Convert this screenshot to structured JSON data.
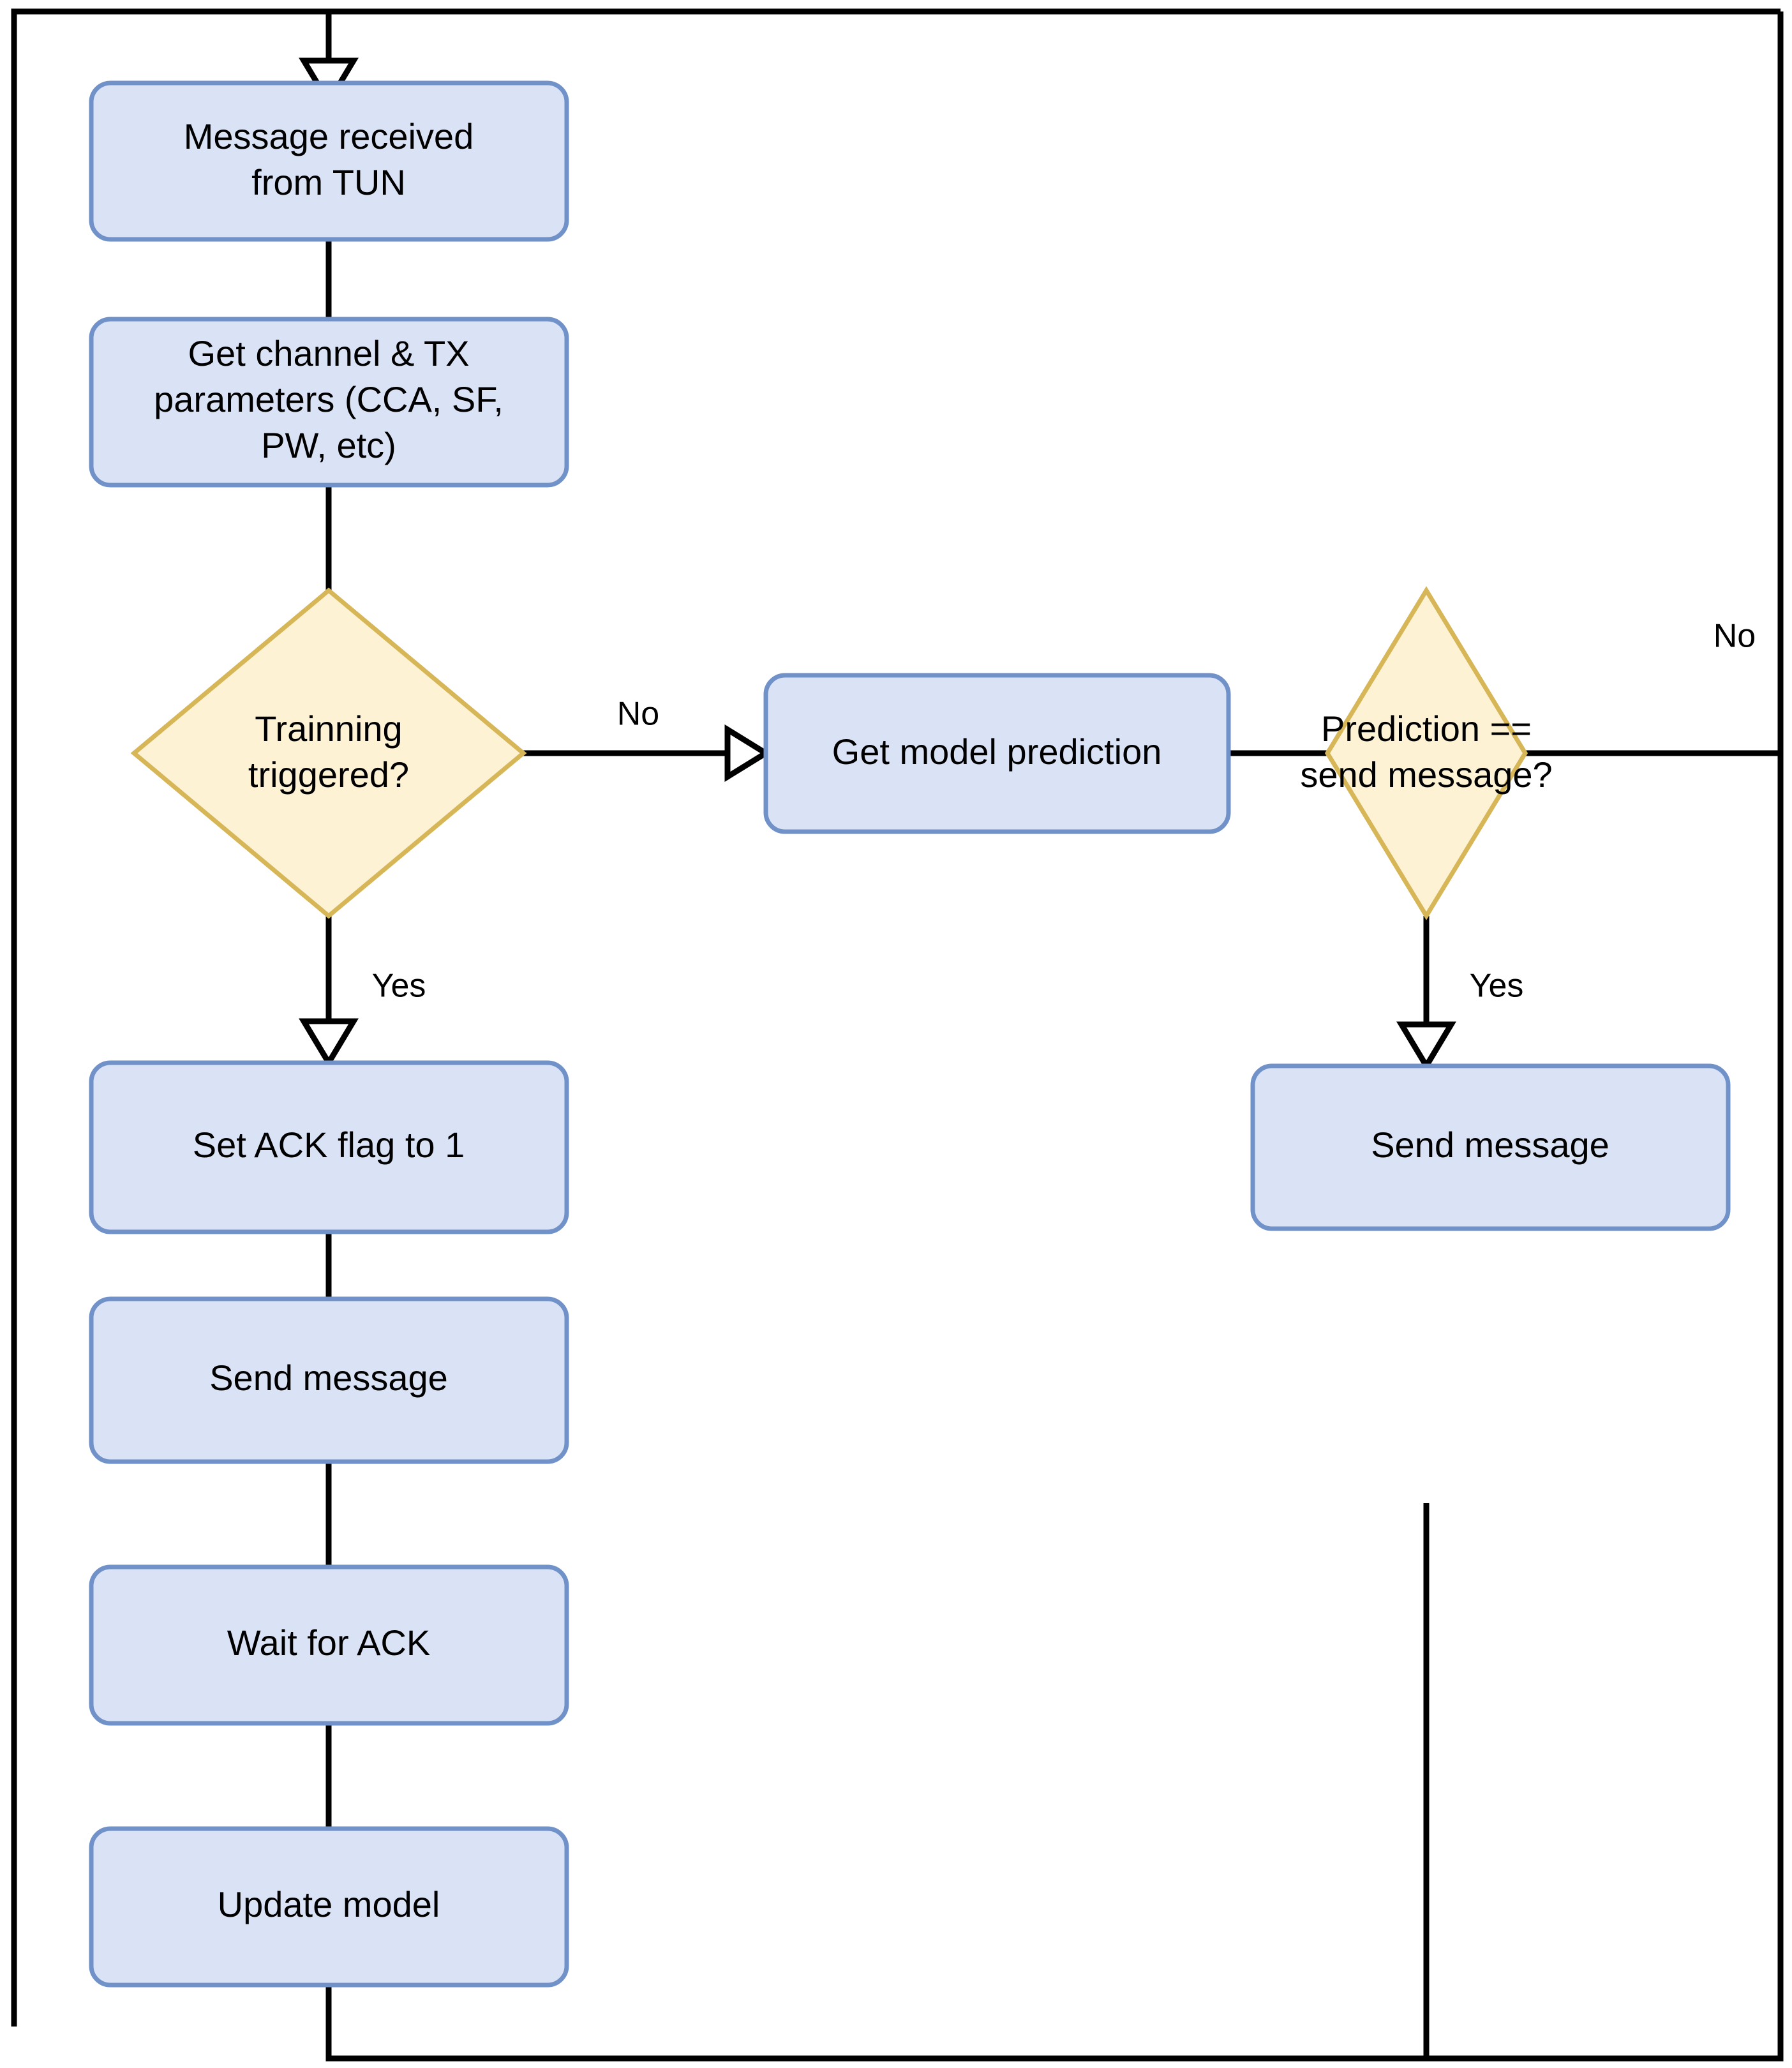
{
  "diagram": {
    "title": "LoRa transmit decision flowchart",
    "colors": {
      "process_fill": "#dae3f5",
      "process_stroke": "#7191c9",
      "decision_fill": "#fdf2d4",
      "decision_stroke": "#d6b656",
      "connector": "#000000",
      "background": "#ffffff"
    },
    "nodes": [
      {
        "id": "msg_received",
        "type": "process",
        "lines": [
          "Message received",
          "from TUN"
        ]
      },
      {
        "id": "get_params",
        "type": "process",
        "lines": [
          "Get channel & TX",
          "parameters (CCA, SF,",
          "PW, etc)"
        ]
      },
      {
        "id": "training_triggered",
        "type": "decision",
        "lines": [
          "Trainning",
          "triggered?"
        ]
      },
      {
        "id": "get_prediction",
        "type": "process",
        "lines": [
          "Get model prediction"
        ]
      },
      {
        "id": "prediction_eq_send",
        "type": "decision",
        "lines": [
          "Prediction ==",
          "send message?"
        ]
      },
      {
        "id": "set_ack_flag",
        "type": "process",
        "lines": [
          "Set ACK flag to 1"
        ]
      },
      {
        "id": "send_message_left",
        "type": "process",
        "lines": [
          "Send message"
        ]
      },
      {
        "id": "wait_for_ack",
        "type": "process",
        "lines": [
          "Wait for ACK"
        ]
      },
      {
        "id": "update_model",
        "type": "process",
        "lines": [
          "Update model"
        ]
      },
      {
        "id": "send_message_right",
        "type": "process",
        "lines": [
          "Send message"
        ]
      }
    ],
    "edge_labels": {
      "training_no": "No",
      "training_yes": "Yes",
      "prediction_no": "No",
      "prediction_yes": "Yes"
    },
    "edges": [
      {
        "from": "loop_return",
        "to": "msg_received",
        "label": ""
      },
      {
        "from": "msg_received",
        "to": "get_params",
        "label": ""
      },
      {
        "from": "get_params",
        "to": "training_triggered",
        "label": ""
      },
      {
        "from": "training_triggered",
        "to": "get_prediction",
        "label": "No"
      },
      {
        "from": "training_triggered",
        "to": "set_ack_flag",
        "label": "Yes"
      },
      {
        "from": "get_prediction",
        "to": "prediction_eq_send",
        "label": ""
      },
      {
        "from": "prediction_eq_send",
        "to": "loop_return",
        "label": "No"
      },
      {
        "from": "prediction_eq_send",
        "to": "send_message_right",
        "label": "Yes"
      },
      {
        "from": "set_ack_flag",
        "to": "send_message_left",
        "label": ""
      },
      {
        "from": "send_message_left",
        "to": "wait_for_ack",
        "label": ""
      },
      {
        "from": "wait_for_ack",
        "to": "update_model",
        "label": ""
      },
      {
        "from": "update_model",
        "to": "loop_return",
        "label": ""
      },
      {
        "from": "send_message_right",
        "to": "loop_return",
        "label": ""
      }
    ]
  }
}
